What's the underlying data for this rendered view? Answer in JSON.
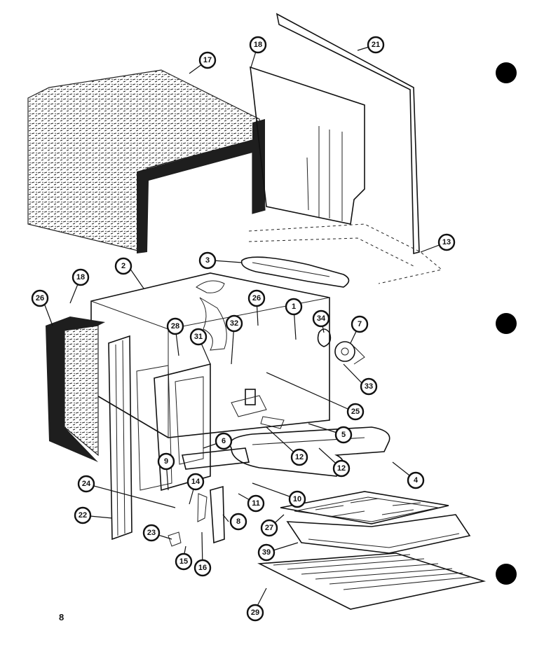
{
  "page_number": "8",
  "callouts": [
    {
      "label": "17"
    },
    {
      "label": "18"
    },
    {
      "label": "21"
    },
    {
      "label": "13"
    },
    {
      "label": "3"
    },
    {
      "label": "2"
    },
    {
      "label": "18"
    },
    {
      "label": "26"
    },
    {
      "label": "26"
    },
    {
      "label": "1"
    },
    {
      "label": "34"
    },
    {
      "label": "7"
    },
    {
      "label": "28"
    },
    {
      "label": "31"
    },
    {
      "label": "32"
    },
    {
      "label": "33"
    },
    {
      "label": "25"
    },
    {
      "label": "5"
    },
    {
      "label": "6"
    },
    {
      "label": "12"
    },
    {
      "label": "12"
    },
    {
      "label": "4"
    },
    {
      "label": "9"
    },
    {
      "label": "14"
    },
    {
      "label": "24"
    },
    {
      "label": "11"
    },
    {
      "label": "10"
    },
    {
      "label": "22"
    },
    {
      "label": "23"
    },
    {
      "label": "8"
    },
    {
      "label": "27"
    },
    {
      "label": "39"
    },
    {
      "label": "15"
    },
    {
      "label": "16"
    },
    {
      "label": "29"
    }
  ]
}
